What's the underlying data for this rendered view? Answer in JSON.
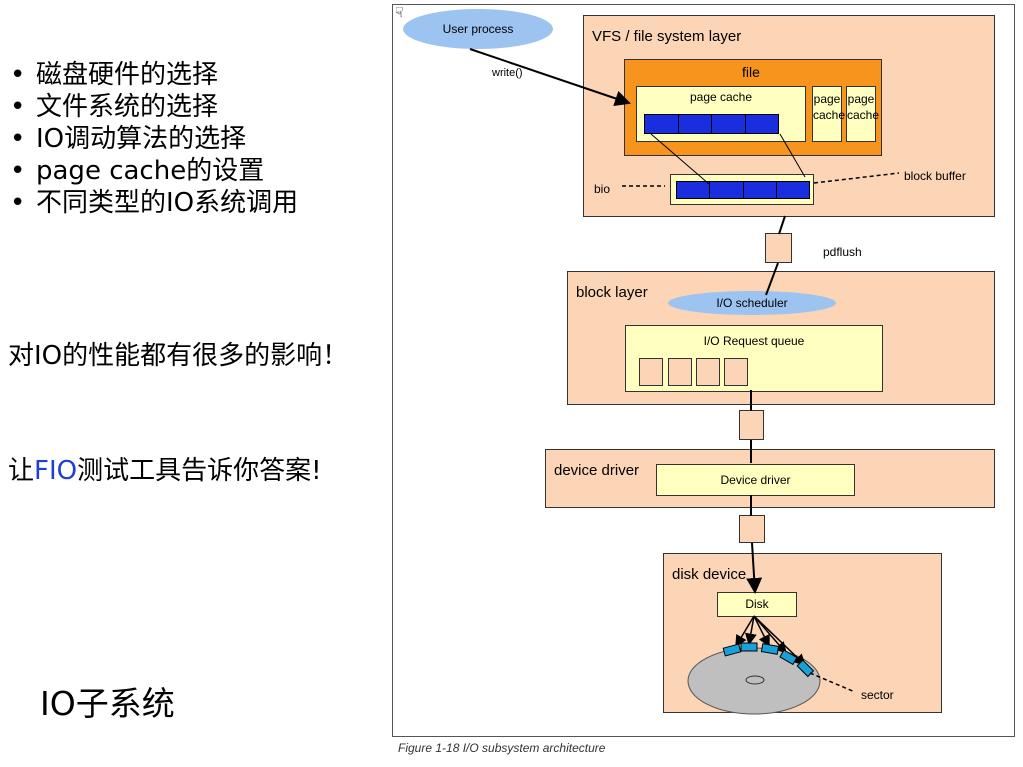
{
  "left_text": {
    "bullets": [
      "磁盘硬件的选择",
      "文件系统的选择",
      "IO调动算法的选择",
      "page cache的设置",
      "不同类型的IO系统调用"
    ],
    "para1": "对IO的性能都有很多的影响！",
    "para2_prefix": "让",
    "para2_highlight": "FIO",
    "para2_suffix": "测试工具告诉你答案!",
    "slide_title": "IO子系统"
  },
  "figure": {
    "user_process": "User process",
    "write_call": "write()",
    "vfs_layer": "VFS / file system layer",
    "file": "file",
    "page_cache_main": "page cache",
    "page_cache_small": "page cache",
    "bio": "bio",
    "block_buffer": "block buffer",
    "pdflush": "pdflush",
    "block_layer": "block layer",
    "io_scheduler": "I/O scheduler",
    "io_request_queue": "I/O Request queue",
    "device_driver_layer": "device driver",
    "device_driver_box": "Device driver",
    "disk_device": "disk device",
    "disk": "Disk",
    "sector": "sector",
    "caption": "Figure 1-18   I/O subsystem architecture"
  },
  "colors": {
    "panel": "#fbd5b5",
    "box": "#ffffc0",
    "blue_block": "#1a2ee0",
    "ellipse": "#9dc3f0",
    "file_orange": "#f7941d",
    "fio_blue": "#1f3fd8"
  }
}
